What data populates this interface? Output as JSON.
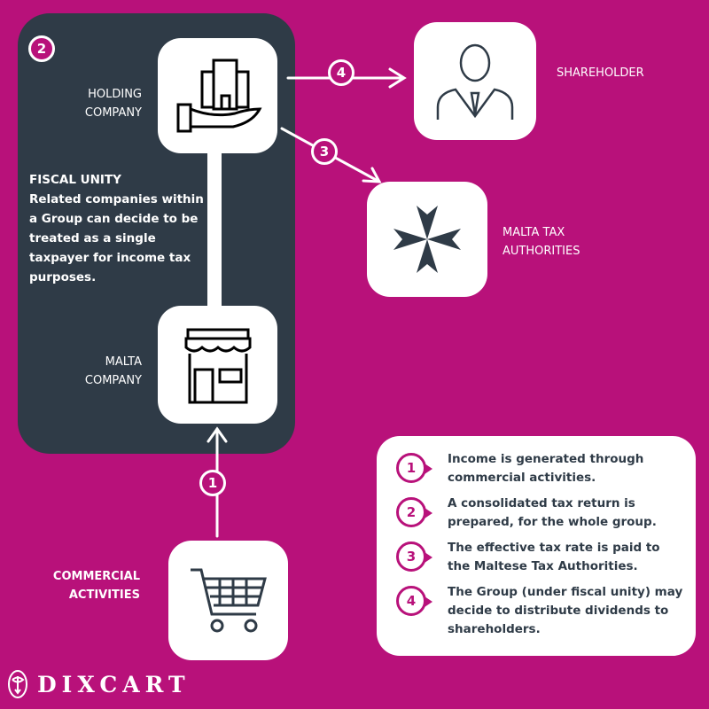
{
  "nodes": {
    "holding": "HOLDING COMPANY",
    "malta_company": "MALTA COMPANY",
    "shareholder": "SHAREHOLDER",
    "tax": "MALTA TAX AUTHORITIES",
    "commercial": "COMMERCIAL ACTIVITIES"
  },
  "fiscal": {
    "title": "FISCAL UNITY",
    "text": "Related companies within a Group can decide to be treated as a single taxpayer for income tax purposes."
  },
  "badges": {
    "b1": "1",
    "b2": "2",
    "b3": "3",
    "b4": "4"
  },
  "legend": [
    {
      "num": "1",
      "text": "Income is generated through commercial activities."
    },
    {
      "num": "2",
      "text": "A consolidated tax return is prepared, for the whole group."
    },
    {
      "num": "3",
      "text": "The effective tax rate is paid to the Maltese Tax Authorities."
    },
    {
      "num": "4",
      "text": "The Group (under fiscal unity) may decide to distribute dividends to shareholders."
    }
  ],
  "brand": "DIXCART",
  "colors": {
    "background": "#b8117a",
    "panel": "#2f3b47"
  }
}
